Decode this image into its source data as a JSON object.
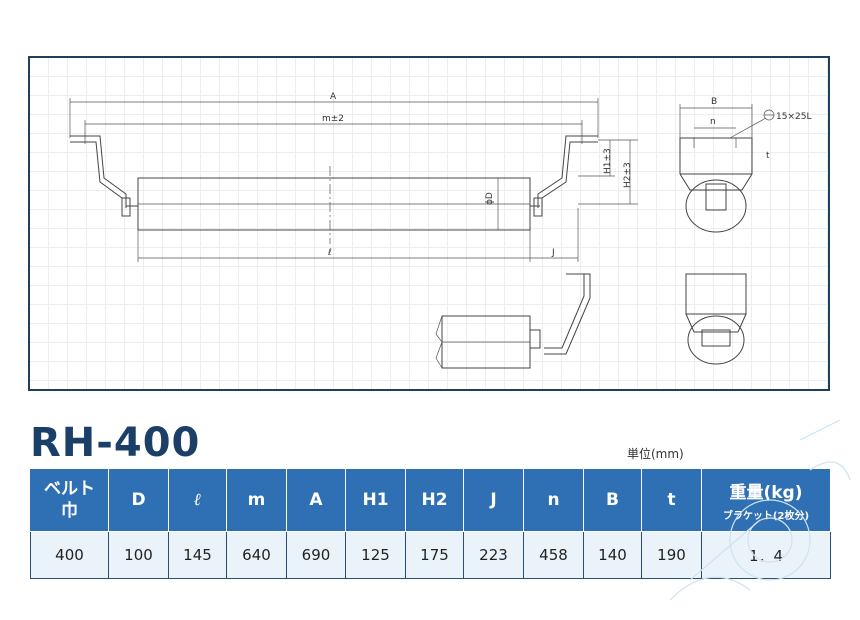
{
  "drawing": {
    "labels": {
      "A": "A",
      "m": "m±2",
      "D": "ϕD",
      "l": "ℓ",
      "J": "J",
      "H1": "H1±3",
      "H2": "H2±3",
      "B": "B",
      "n": "n",
      "slot": "15×25L",
      "t": "t"
    }
  },
  "title": "RH-400",
  "unit": "単位(mm)",
  "table": {
    "headers": {
      "belt": "ベルト\n巾",
      "D": "D",
      "l": "ℓ",
      "m": "m",
      "A": "A",
      "H1": "H1",
      "H2": "H2",
      "J": "J",
      "n": "n",
      "B": "B",
      "t": "t",
      "weight": "重量(kg)",
      "weight_sub": "ブラケット(2枚分)"
    },
    "row": {
      "belt": "400",
      "D": "100",
      "l": "145",
      "m": "640",
      "A": "690",
      "H1": "125",
      "H2": "175",
      "J": "223",
      "n": "458",
      "B": "140",
      "t": "190",
      "weight": "1．4"
    }
  }
}
